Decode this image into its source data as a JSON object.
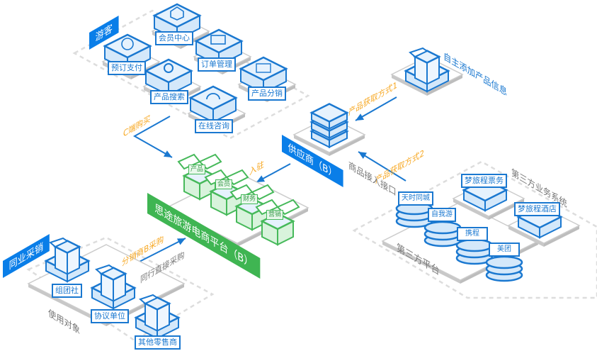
{
  "visitor": {
    "title": "游客",
    "features": [
      "会员中心",
      "预订支付",
      "订单管理",
      "产品搜索",
      "产品分销",
      "在线咨询"
    ],
    "flow_label": "C端购买"
  },
  "platform": {
    "title": "思途旅游电商平台（B）",
    "modules": [
      "产品",
      "会员",
      "财务",
      "营销"
    ]
  },
  "supplier": {
    "title": "供应商（B）",
    "join_label": "入驻",
    "self_add_label": "自主添加产品信息",
    "method1_label": "产品获取方式1",
    "method2_label": "产品获取方式2",
    "interface_label": "商品接入接口"
  },
  "third_party": {
    "platform_title": "第三方平台",
    "platforms": [
      "天时同城",
      "自我游",
      "携程",
      "美团"
    ],
    "system_title": "第三方业务系统",
    "systems": [
      "梦旅程票务",
      "梦旅程酒店"
    ]
  },
  "trade": {
    "title": "同业采销",
    "users_label": "使用对象",
    "users": [
      "组团社",
      "协议单位",
      "其他零售商"
    ],
    "flow_label": "分销商B采购",
    "flow_sub_label": "同行直接采购"
  },
  "colors": {
    "blue": "#0a7ee8",
    "green": "#3fb552",
    "orange": "#f7a823",
    "light_blue": "#d4e8fa"
  }
}
